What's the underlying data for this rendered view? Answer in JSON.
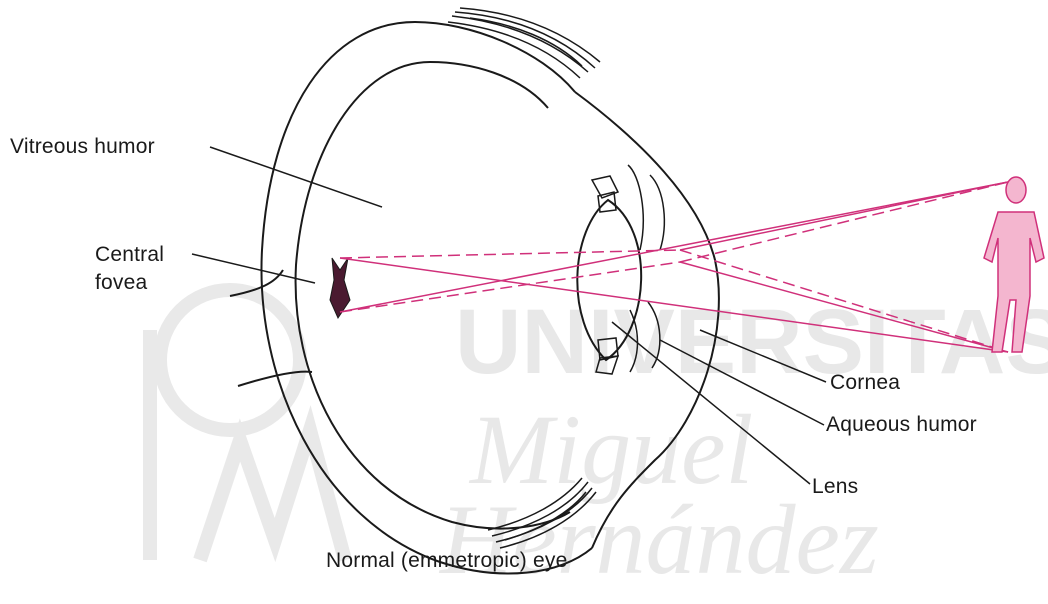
{
  "watermark": {
    "line1": "UNIVERSITAS",
    "line2": "Miguel",
    "line3": "Hernández"
  },
  "labels": {
    "vitreous_humor": "Vitreous humor",
    "central_fovea_line1": "Central",
    "central_fovea_line2": "fovea",
    "cornea": "Cornea",
    "aqueous_humor": "Aqueous humor",
    "lens": "Lens"
  },
  "caption": "Normal (emmetropic) eye",
  "colors": {
    "outline": "#1a1a1a",
    "ray": "#d0307a",
    "figure_fill": "#f4b6cf",
    "figure_stroke": "#d0307a",
    "watermark": "#e6e6e6"
  }
}
